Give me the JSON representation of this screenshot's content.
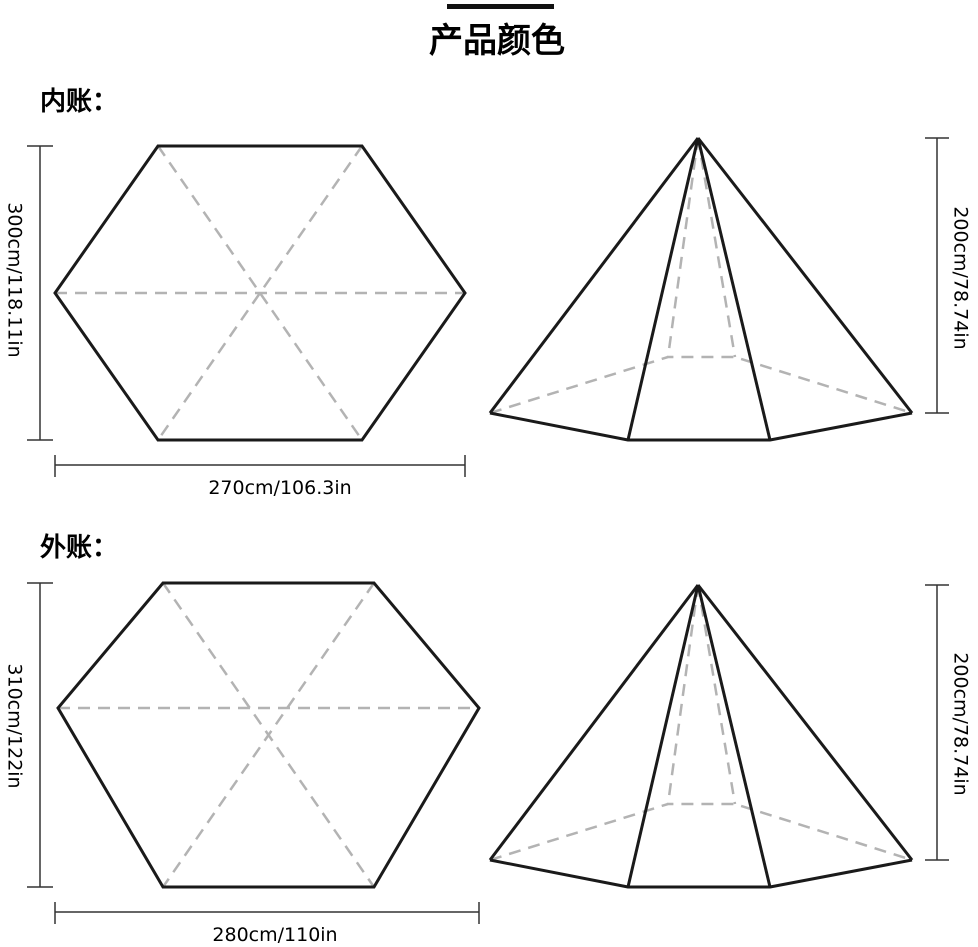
{
  "header": {
    "title": "产品颜色"
  },
  "inner_tent": {
    "label": "内账：",
    "diameter_label": "300cm/118.11in",
    "width_label": "270cm/106.3in",
    "height_label": "200cm/78.74in"
  },
  "outer_tent": {
    "label": "外账：",
    "diameter_label": "310cm/122in",
    "width_label": "280cm/110in",
    "height_label": "200cm/78.74in"
  },
  "colors": {
    "line": "#1a1a1a",
    "dash": "#b3b3b3",
    "background": "#ffffff"
  }
}
